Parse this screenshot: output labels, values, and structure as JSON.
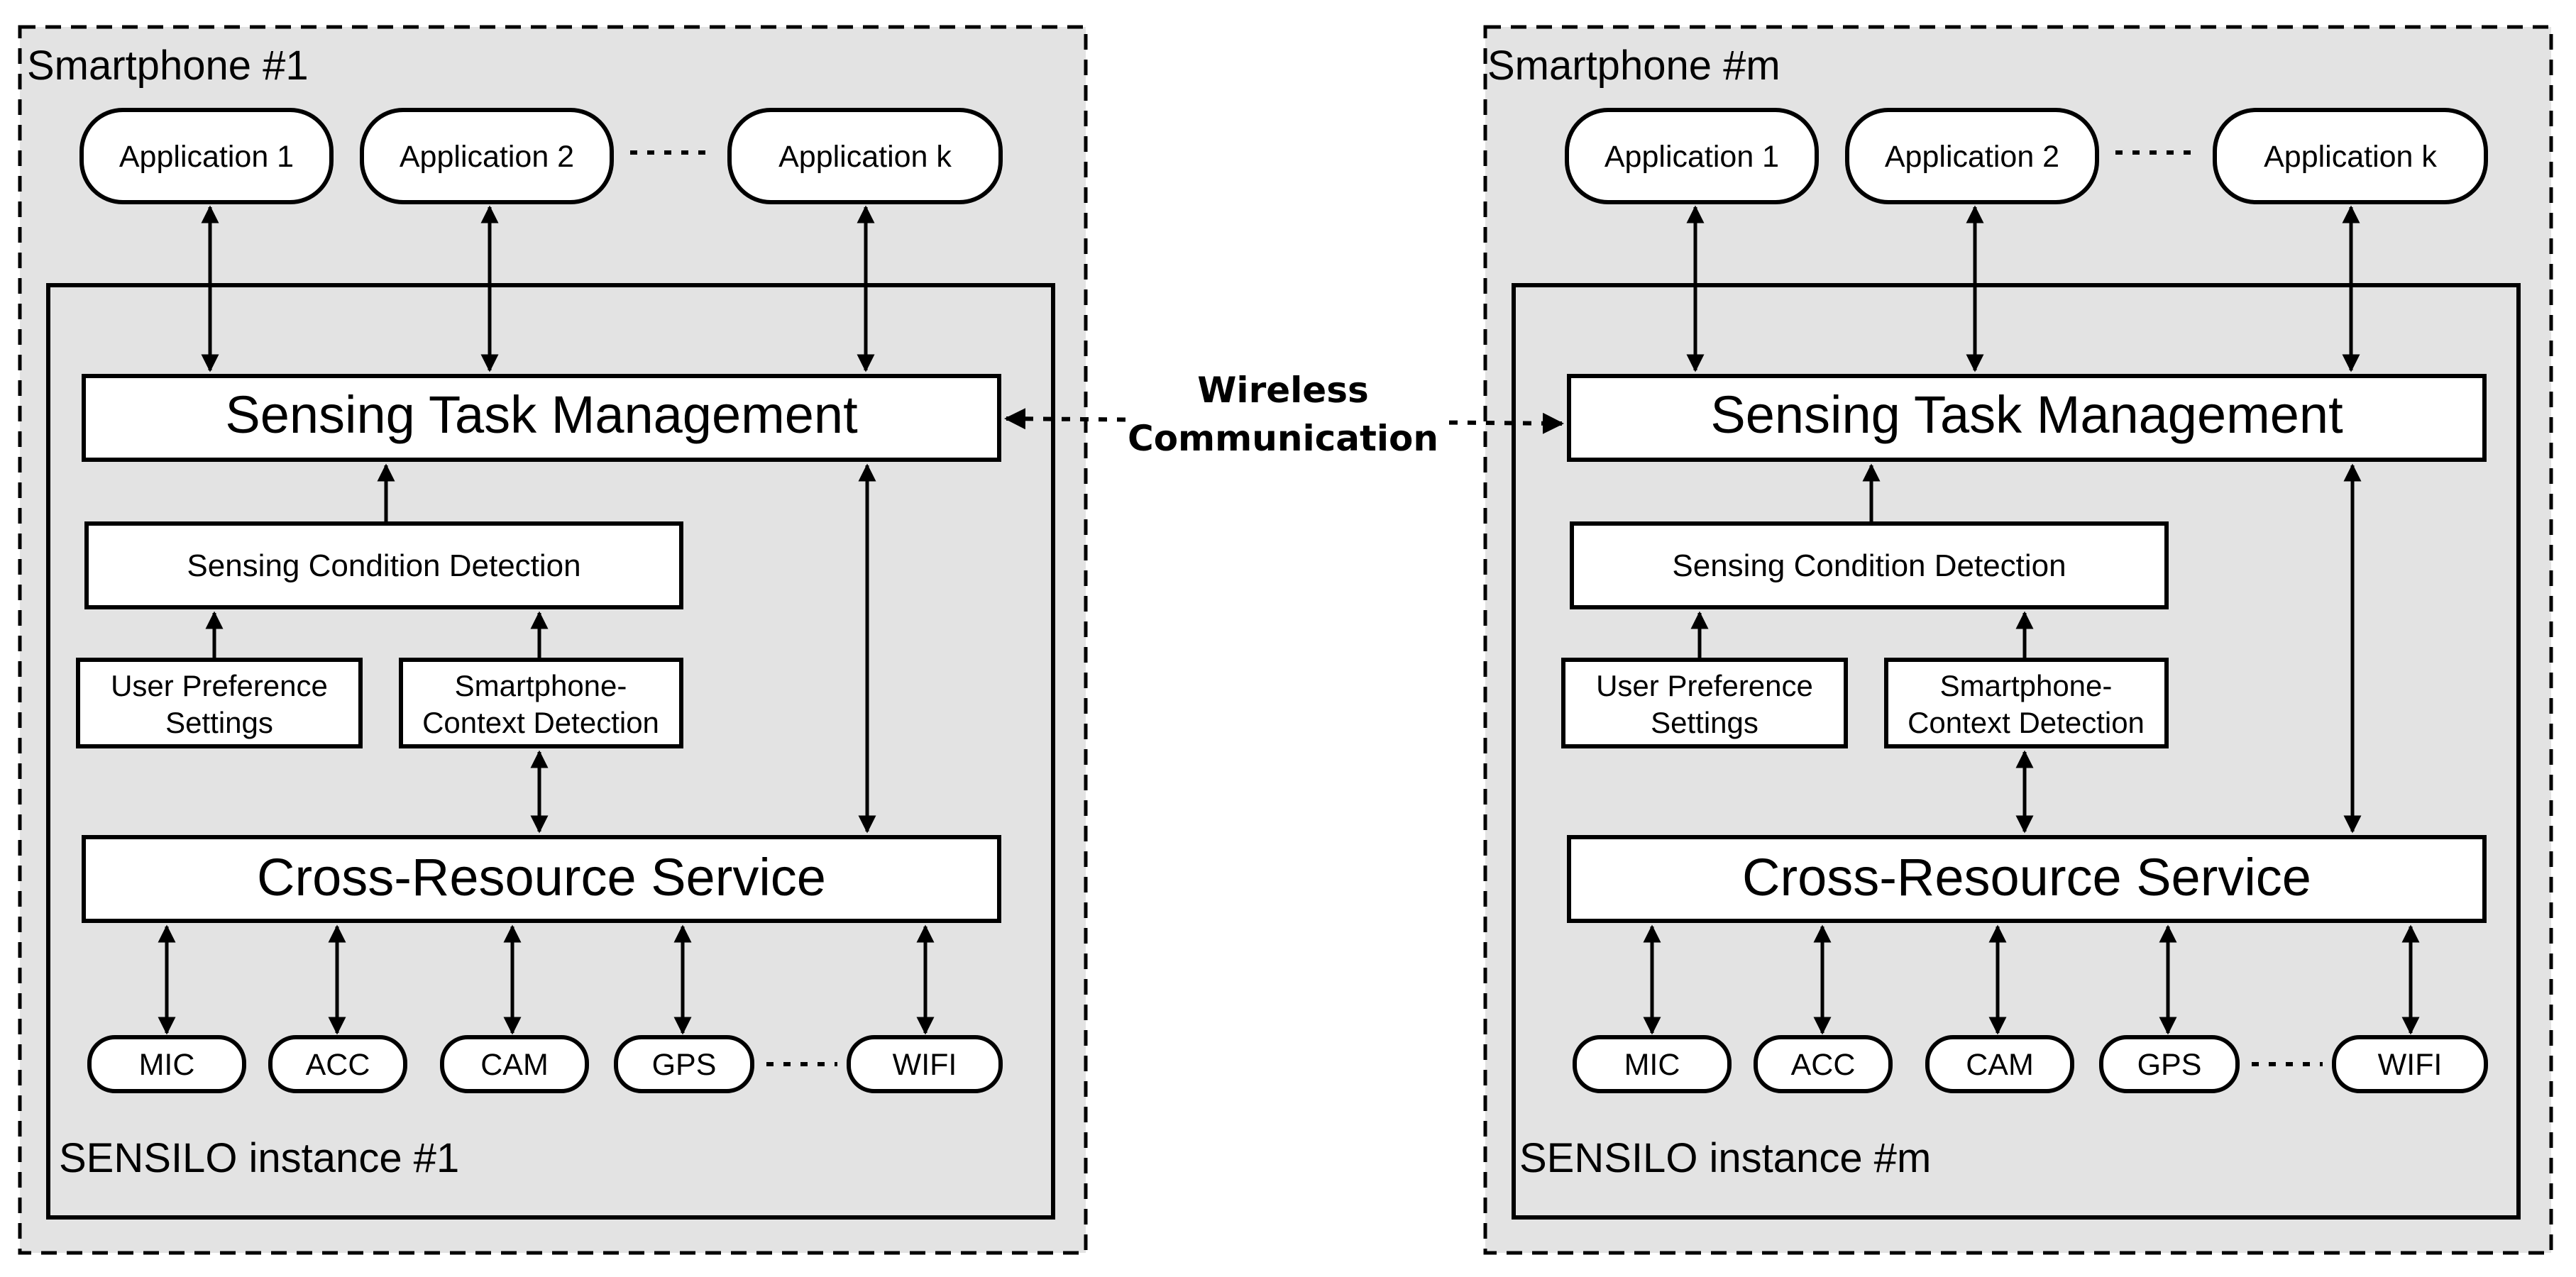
{
  "phones": [
    {
      "title": "Smartphone #1",
      "instance_label": "SENSILO instance #1",
      "apps": [
        "Application 1",
        "Application 2",
        "Application k"
      ],
      "task_mgmt": "Sensing Task Management",
      "cond_detect": "Sensing Condition Detection",
      "user_pref": [
        "User Preference",
        "Settings"
      ],
      "context_detect": [
        "Smartphone-",
        "Context Detection"
      ],
      "cross_resource": "Cross-Resource Service",
      "sensors": [
        "MIC",
        "ACC",
        "CAM",
        "GPS",
        "WIFI"
      ]
    },
    {
      "title": "Smartphone #m",
      "instance_label": "SENSILO instance #m",
      "apps": [
        "Application 1",
        "Application 2",
        "Application k"
      ],
      "task_mgmt": "Sensing Task Management",
      "cond_detect": "Sensing Condition Detection",
      "user_pref": [
        "User Preference",
        "Settings"
      ],
      "context_detect": [
        "Smartphone-",
        "Context Detection"
      ],
      "cross_resource": "Cross-Resource Service",
      "sensors": [
        "MIC",
        "ACC",
        "CAM",
        "GPS",
        "WIFI"
      ]
    }
  ],
  "wireless": [
    "Wireless",
    "Communication"
  ]
}
